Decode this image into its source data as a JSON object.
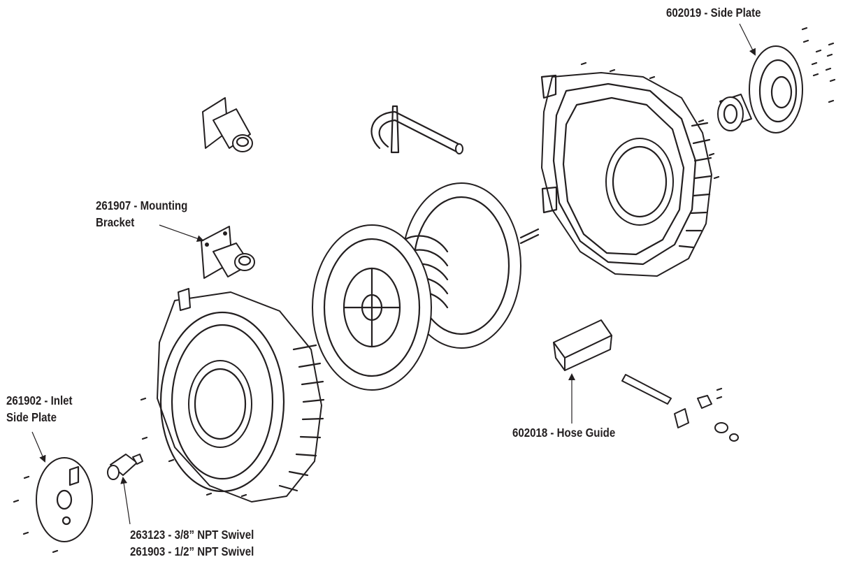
{
  "labels": {
    "side_plate": "602019 - Side Plate",
    "mounting_bracket_line1": "261907 - Mounting",
    "mounting_bracket_line2": "Bracket",
    "inlet_side_plate_line1": "261902 - Inlet",
    "inlet_side_plate_line2": "Side Plate",
    "hose_guide": "602018 - Hose Guide",
    "swivel_38": "263123 - 3/8” NPT Swivel",
    "swivel_12": "261903 - 1/2” NPT Swivel"
  },
  "colors": {
    "line": "#231f20",
    "background": "#ffffff"
  },
  "icons": [
    "arrow-icon",
    "screw-icon"
  ]
}
